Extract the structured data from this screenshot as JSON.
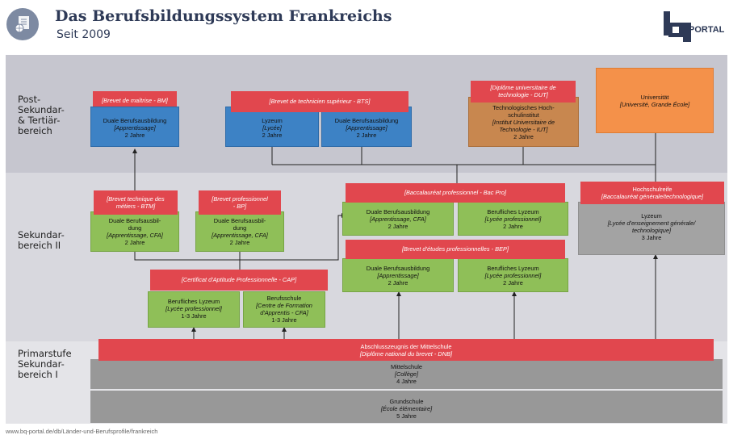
{
  "header": {
    "title": "Das Berufsbildungssystem Frankreichs",
    "subtitle": "Seit 2009",
    "icon": "book-globe-icon",
    "logo_text": "PORTAL"
  },
  "levels": {
    "post": "Post-\nSekundar-\n& Tertiär-\nbereich",
    "sek2": "Sekundar-\nbereich II",
    "prim": "Primarstufe\nSekundar-\nbereich I"
  },
  "post": {
    "bm": {
      "title": "[Brevet de maîtrise - BM]",
      "l1": "Duale Berufsausbildung",
      "l2": "[Apprentissage]",
      "l3": "2 Jahre"
    },
    "bts": {
      "title": "[Brevet de technicien supérieur - BTS]"
    },
    "lyz": {
      "l1": "Lyzeum",
      "l2": "[Lycée]",
      "l3": "2 Jahre"
    },
    "dual_bts": {
      "l1": "Duale Berufsausbildung",
      "l2": "[Apprentissage]",
      "l3": "2 Jahre"
    },
    "dut": {
      "title1": "[Diplôme universitaire de",
      "title2": "technologie - DUT]",
      "l1": "Technologisches Hoch-",
      "l2": "schulinstitut",
      "l3": "[Institut Universitaire de",
      "l4": "Technologie - IUT]",
      "l5": "2 Jahre"
    },
    "uni": {
      "l1": "Universität",
      "l2": "[Université, Grande École]"
    }
  },
  "sek2": {
    "btm": {
      "title1": "[Brevet technique des",
      "title2": "métiers - BTM]",
      "l1": "Duale Berufsausbil-",
      "l2": "dung",
      "l3": "[Apprentissage, CFA]",
      "l4": "2 Jahre"
    },
    "bp": {
      "title1": "[Brevet professionnel",
      "title2": "- BP]",
      "l1": "Duale Berufsausbil-",
      "l2": "dung",
      "l3": "[Apprentissage, CFA]",
      "l4": "2 Jahre"
    },
    "bacpro": {
      "title": "[Baccalauréat professionnel - Bac Pro]"
    },
    "bac_dual": {
      "l1": "Duale Berufsausbildung",
      "l2": "[Apprentissage, CFA]",
      "l3": "2 Jahre"
    },
    "bac_lyz": {
      "l1": "Berufliches Lyzeum",
      "l2": "[Lycée professionnel]",
      "l3": "2 Jahre"
    },
    "hochschulreife": {
      "title1": "Hochschulreife",
      "title2": "[Baccalauréat générale/technologique]",
      "l1": "Lyzeum",
      "l2": "[Lycée d'enseignement générale/",
      "l3": "technologique]",
      "l4": "3 Jahre"
    },
    "bep": {
      "title": "[Brevet d'études professionnelles - BEP]"
    },
    "bep_dual": {
      "l1": "Duale Berufsausbildung",
      "l2": "[Apprentissage]",
      "l3": "2 Jahre"
    },
    "bep_lyz": {
      "l1": "Berufliches Lyzeum",
      "l2": "[Lycée professionnel]",
      "l3": "2 Jahre"
    },
    "cap": {
      "title": "[Certificat d'Aptitude Professionnelle - CAP]"
    },
    "cap_lyz": {
      "l1": "Berufliches Lyzeum",
      "l2": "[Lycée professionnel]",
      "l3": "1-3 Jahre"
    },
    "cap_schule": {
      "l1": "Berufsschule",
      "l2": "[Centre de Formation",
      "l3": "d'Apprentis - CFA]",
      "l4": "1-3 Jahre"
    }
  },
  "prim": {
    "dnb": {
      "l1": "Abschlusszeugnis der Mittelschule",
      "l2": "[Diplôme national du brevet - DNB]"
    },
    "mittel": {
      "l1": "Mittelschule",
      "l2": "[Collège]",
      "l3": "4 Jahre"
    },
    "grund": {
      "l1": "Grundschule",
      "l2": "[École élémentaire]",
      "l3": "5 Jahre"
    }
  },
  "footer": "www.bq-portal.de/db/Länder-und-Berufsprofile/frankreich",
  "colors": {
    "red": "#e1474e",
    "blue": "#3d82c5",
    "green": "#8fbf58",
    "brown": "#c8874f",
    "orange": "#f4914a",
    "grey": "#a3a3a3"
  }
}
